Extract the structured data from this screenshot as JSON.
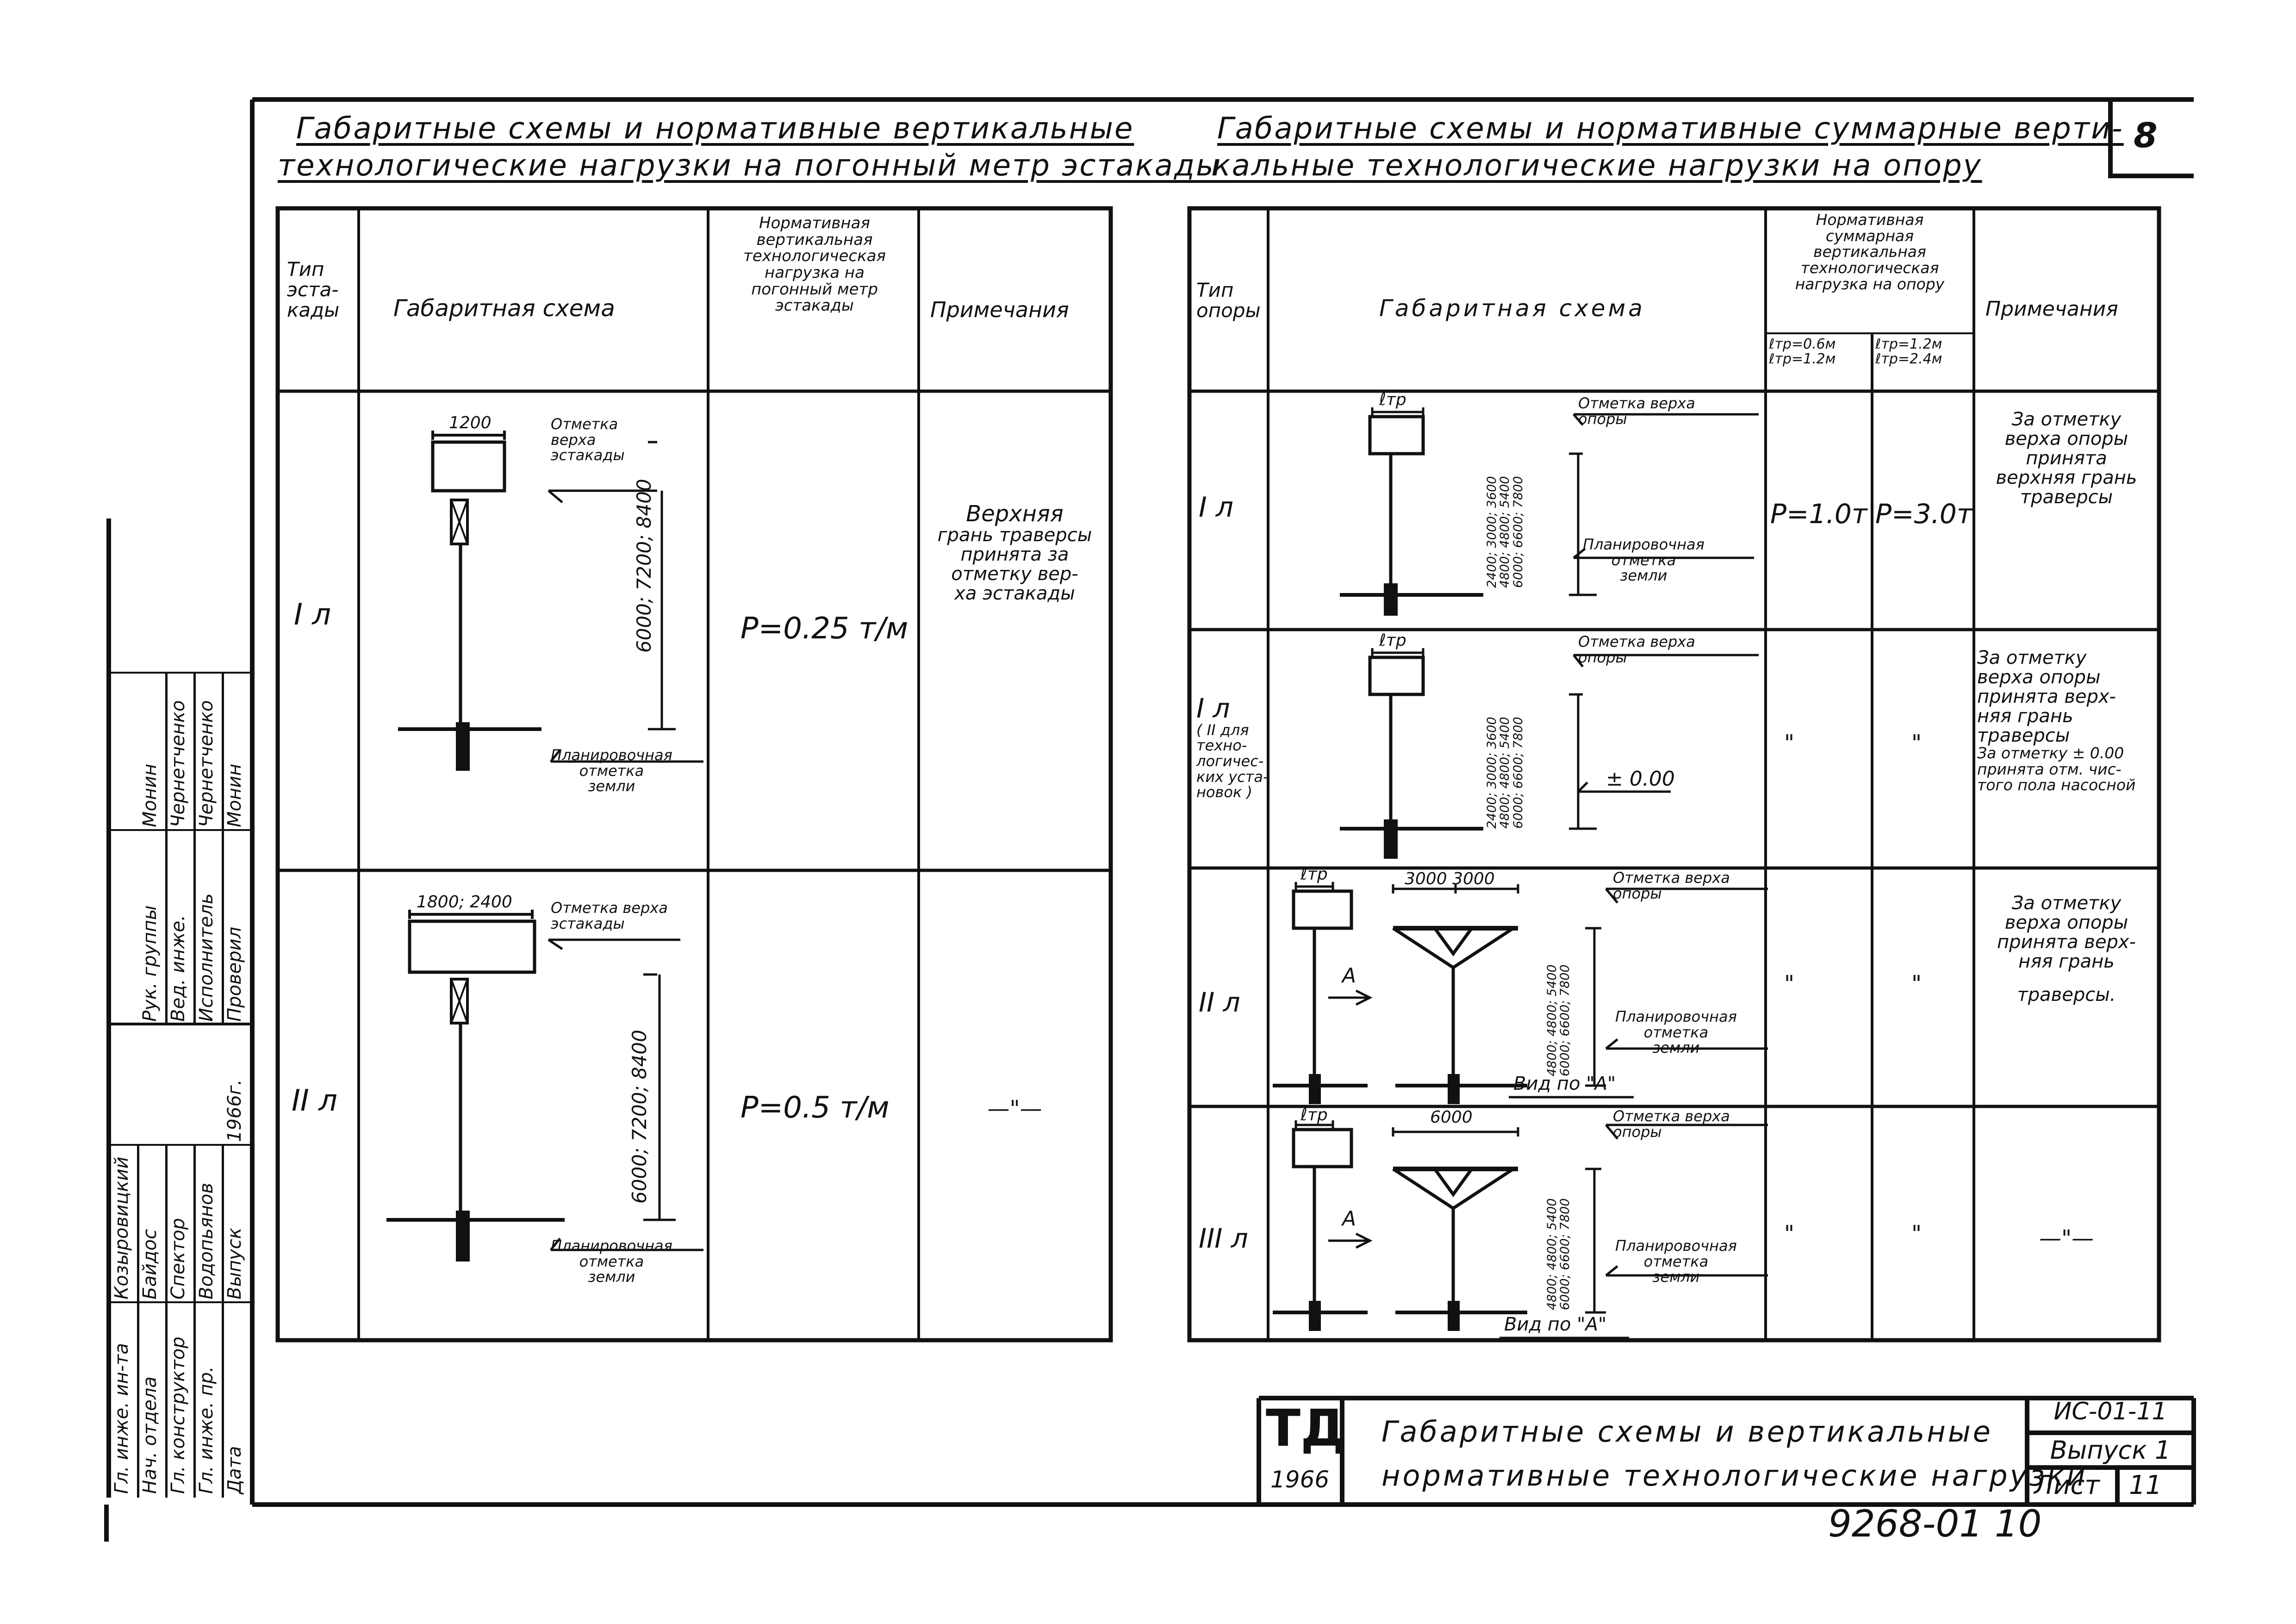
{
  "sheet_number": "8",
  "left_section": {
    "title_line1": "Габаритные схемы и нормативные вертикальные",
    "title_line2": "технологические нагрузки на погонный метр эстакады",
    "headers": {
      "type": [
        "Тип",
        "эста-",
        "кады"
      ],
      "scheme": "Габаритная схема",
      "load": [
        "Нормативная",
        "вертикальная",
        "технологическая",
        "нагрузка на",
        "погонный метр",
        "эстакады"
      ],
      "notes": "Примечания"
    },
    "rows": [
      {
        "type": "I л",
        "load": "P=0.25 т/м",
        "note": [
          "Верхняя",
          "грань траверсы",
          "принята за",
          "отметку вер-",
          "ха эстакады"
        ],
        "dims": {
          "width": "1200",
          "height": "6000; 7200; 8400"
        },
        "labels": {
          "top": [
            "Отметка",
            "верха",
            "эстакады"
          ],
          "ground": [
            "Планировочная",
            "отметка",
            "земли"
          ]
        }
      },
      {
        "type": "II л",
        "load": "P=0.5 т/м",
        "note": [
          "—\"—"
        ],
        "dims": {
          "width": "1800; 2400",
          "height": "6000; 7200; 8400"
        },
        "labels": {
          "top": [
            "Отметка верха",
            "эстакады"
          ],
          "ground": [
            "Планировочная",
            "отметка",
            "земли"
          ]
        }
      }
    ]
  },
  "right_section": {
    "title_line1": "Габаритные схемы и нормативные суммарные верти-",
    "title_line2": "кальные технологические нагрузки на опору",
    "headers": {
      "type": [
        "Тип",
        "опоры"
      ],
      "scheme": "Габаритная схема",
      "load": [
        "Нормативная",
        "суммарная",
        "вертикальная",
        "технологическая",
        "нагрузка на опору"
      ],
      "load_sub1": [
        "ℓтр=0.6м",
        "ℓтр=1.2м"
      ],
      "load_sub2": [
        "ℓтр=1.2м",
        "ℓтр=2.4м"
      ],
      "notes": "Примечания"
    },
    "rows": [
      {
        "type": [
          "I л"
        ],
        "load1": "P=1.0т",
        "load2": "P=3.0т",
        "note": [
          "За отметку",
          "верха опоры",
          "принята",
          "верхняя грань",
          "траверсы"
        ],
        "dims": {
          "width": "ℓтр",
          "height": [
            "2400; 3000; 3600",
            "4800; 4800; 5400",
            "6000; 6600; 7800"
          ]
        },
        "labels": {
          "top": [
            "Отметка верха",
            "опоры"
          ],
          "ground": [
            "Планировочная",
            "отметка",
            "земли"
          ]
        }
      },
      {
        "type": [
          "I л",
          "( II для",
          "техно-",
          "логичес-",
          "ких уста-",
          "новок )"
        ],
        "load1": "\"",
        "load2": "\"",
        "note": [
          "За отметку",
          "верха опоры",
          "принята верх-",
          "няя грань",
          "траверсы",
          "За отметку ± 0.00",
          "принята отм. чис-",
          "того пола насосной"
        ],
        "dims": {
          "width": "ℓтр",
          "height": [
            "2400; 3000; 3600",
            "4800; 4800; 5400",
            "6000; 6600; 7800"
          ]
        },
        "labels": {
          "top": [
            "Отметка верха",
            "опоры"
          ],
          "ground": [
            "± 0.00"
          ]
        }
      },
      {
        "type": [
          "II л"
        ],
        "load1": "\"",
        "load2": "\"",
        "note": [
          "За отметку",
          "верха опоры",
          "принята верх-",
          "няя грань",
          "траверсы."
        ],
        "dims": {
          "width": "ℓтр",
          "width2": "3000  3000",
          "height": [
            "4800; 4800; 5400",
            "6000; 6600; 7800"
          ]
        },
        "labels": {
          "top": [
            "Отметка верха",
            "опоры"
          ],
          "ground": [
            "Планировочная",
            "отметка",
            "земли"
          ],
          "view": "Вид по \"А\"",
          "arrow": "А"
        }
      },
      {
        "type": [
          "III л"
        ],
        "load1": "\"",
        "load2": "\"",
        "note": [
          "—\"—"
        ],
        "dims": {
          "width": "ℓтр",
          "width2": "6000",
          "height": [
            "4800; 4800; 5400",
            "6000; 6600; 7800"
          ]
        },
        "labels": {
          "top": [
            "Отметка верха",
            "опоры"
          ],
          "ground": [
            "Планировочная",
            "отметка",
            "земли"
          ],
          "view": "Вид по \"А\"",
          "arrow": "А"
        }
      }
    ]
  },
  "title_block": {
    "logo": "ТД",
    "year": "1966",
    "title_line1": "Габаритные схемы и вертикальные",
    "title_line2": "нормативные технологические нагрузки",
    "code": "ИС-01-11",
    "issue": "Выпуск 1",
    "sheet_label": "Лист",
    "sheet_value": "11"
  },
  "doc_number": "9268-01 10",
  "stamp": {
    "group1": [
      {
        "role": "Рук. группы",
        "name": "Монин"
      },
      {
        "role": "Вед. инже.",
        "name": "Чернетченко"
      },
      {
        "role": "Исполнитель",
        "name": "Чернетченко"
      },
      {
        "role": "Проверил",
        "name": "Монин"
      }
    ],
    "group2": [
      {
        "role": "Гл. инже. ин-та",
        "name": "Козыровицкий"
      },
      {
        "role": "Нач. отдела",
        "name": "Байдос"
      },
      {
        "role": "Гл. конструктор",
        "name": "Спектор"
      },
      {
        "role": "Гл. инже. пр.",
        "name": "Водопьянов"
      },
      {
        "role": "Дата",
        "name": "Выпуск"
      }
    ],
    "date": "1966г."
  }
}
